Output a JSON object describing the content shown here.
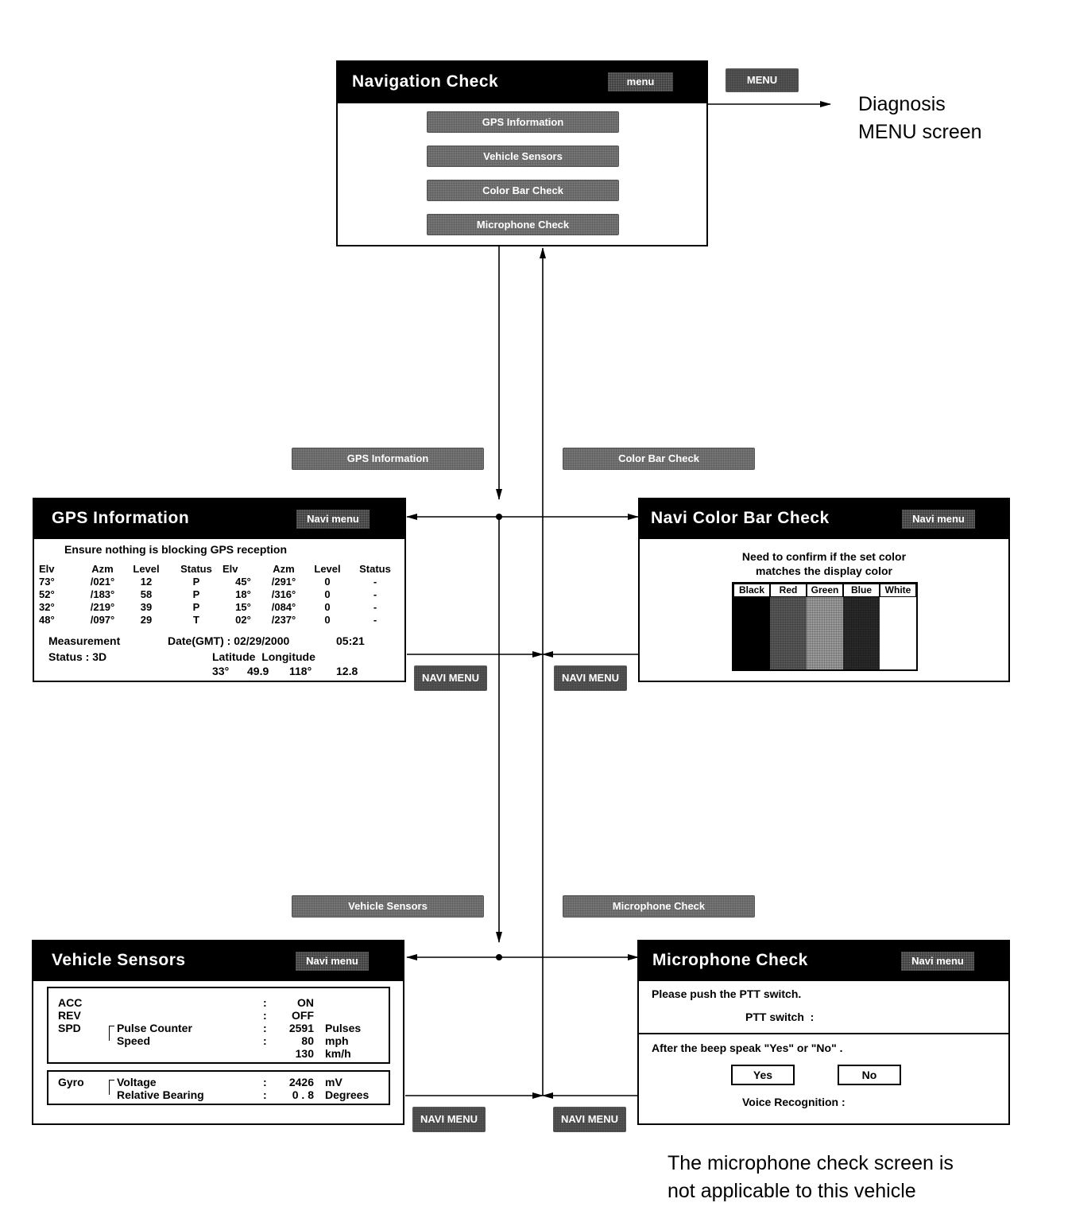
{
  "nav_check": {
    "title": "Navigation Check",
    "menu_label": "menu",
    "buttons": [
      "GPS Information",
      "Vehicle Sensors",
      "Color Bar Check",
      "Microphone Check"
    ]
  },
  "menu_button": "MENU",
  "diagnosis_note": [
    "Diagnosis",
    "MENU screen"
  ],
  "flow_buttons": {
    "gps": "GPS Information",
    "color": "Color Bar Check",
    "vehicle": "Vehicle Sensors",
    "mic": "Microphone Check"
  },
  "navi_menu_button": "NAVI MENU",
  "gps_screen": {
    "title": "GPS Information",
    "menu_label": "Navi menu",
    "notice": "Ensure nothing is blocking GPS reception",
    "headers": [
      "Elv",
      "Azm",
      "Level",
      "Status",
      "Elv",
      "Azm",
      "Level",
      "Status"
    ],
    "rows": [
      [
        "73°",
        "/021°",
        "12",
        "P",
        "45°",
        "/291°",
        "0",
        "-"
      ],
      [
        "52°",
        "/183°",
        "58",
        "P",
        "18°",
        "/316°",
        "0",
        "-"
      ],
      [
        "32°",
        "/219°",
        "39",
        "P",
        "15°",
        "/084°",
        "0",
        "-"
      ],
      [
        "48°",
        "/097°",
        "29",
        "T",
        "02°",
        "/237°",
        "0",
        "-"
      ]
    ],
    "measurement_label": "Measurement",
    "status_label": "Status : 3D",
    "date_label": "Date(GMT) : 02/29/2000",
    "time": "05:21",
    "latlon_header": "Latitude  Longitude",
    "latlon": [
      "33°",
      "49.9",
      "118°",
      "12.8"
    ]
  },
  "color_screen": {
    "title": "Navi Color Bar Check",
    "menu_label": "Navi menu",
    "line1": "Need to confirm if the set color",
    "line2": "matches the display color",
    "bars": [
      {
        "label": "Black",
        "color": "#000000"
      },
      {
        "label": "Red",
        "color": "#5c5c5c"
      },
      {
        "label": "Green",
        "color": "#a3a3a3"
      },
      {
        "label": "Blue",
        "color": "#2b2b2b"
      },
      {
        "label": "White",
        "color": "#ffffff"
      }
    ]
  },
  "vehicle_screen": {
    "title": "Vehicle Sensors",
    "menu_label": "Navi menu",
    "labels": [
      "ACC",
      "REV",
      "SPD"
    ],
    "spd_sub": [
      "Pulse Counter",
      "Speed"
    ],
    "values": [
      "ON",
      "OFF",
      "2591",
      "80",
      "130"
    ],
    "units": [
      "Pulses",
      "mph",
      "km/h"
    ],
    "gyro_label": "Gyro",
    "gyro_sub": [
      "Voltage",
      "Relative Bearing"
    ],
    "gyro_values": [
      "2426",
      "0 . 8"
    ],
    "gyro_units": [
      "mV",
      "Degrees"
    ]
  },
  "mic_screen": {
    "title": "Microphone Check",
    "menu_label": "Navi menu",
    "ptt_prompt": "Please push the PTT switch.",
    "ptt_label": "PTT switch  :",
    "beep_prompt": "After the beep speak \"Yes\" or \"No\" .",
    "yes": "Yes",
    "no": "No",
    "voice_label": "Voice Recognition :"
  },
  "mic_note": [
    "The microphone check screen is",
    "not applicable to this vehicle"
  ]
}
